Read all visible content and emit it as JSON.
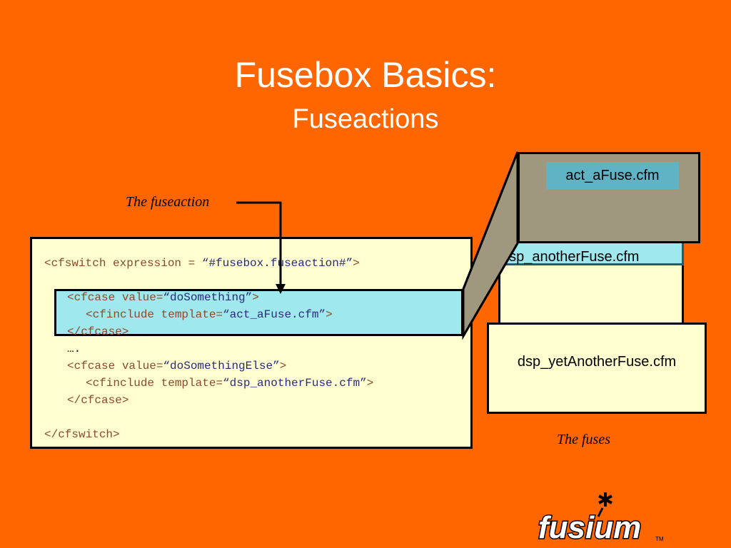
{
  "slide": {
    "title": "Fusebox Basics:",
    "subtitle": "Fuseactions"
  },
  "labels": {
    "fuseaction": "The fuseaction",
    "fuses": "The fuses"
  },
  "code": {
    "line1_tag": "<cfswitch expression = ",
    "line1_str": "“#fusebox.fuseaction#”",
    "line1_end": ">",
    "line2_tag": "<cfcase value=",
    "line2_str": "“doSomething”",
    "line2_end": ">",
    "line3_tag": "<cfinclude template=",
    "line3_str": "“act_aFuse.cfm”",
    "line3_end": ">",
    "line4_tag": "</cfcase>",
    "line5": "….",
    "line6_tag": "<cfcase value=",
    "line6_str": "“doSomethingElse”",
    "line6_end": ">",
    "line7_tag": "<cfinclude template=",
    "line7_str": "“dsp_anotherFuse.cfm”",
    "line7_end": ">",
    "line8_tag": "</cfcase>",
    "line9_tag": "</cfswitch>"
  },
  "fuses": {
    "act": "act_aFuse.cfm",
    "dsp_another": "dsp_anotherFuse.cfm",
    "dsp_yet_another": "dsp_yetAnotherFuse.cfm"
  },
  "logo": {
    "text": "fusium",
    "tm": "TM"
  },
  "colors": {
    "background": "#ff6600",
    "code_box": "#ffffd0",
    "highlight": "#9ee8ee",
    "act_box": "#a0987e",
    "act_label_bg": "#5fb3c4"
  }
}
